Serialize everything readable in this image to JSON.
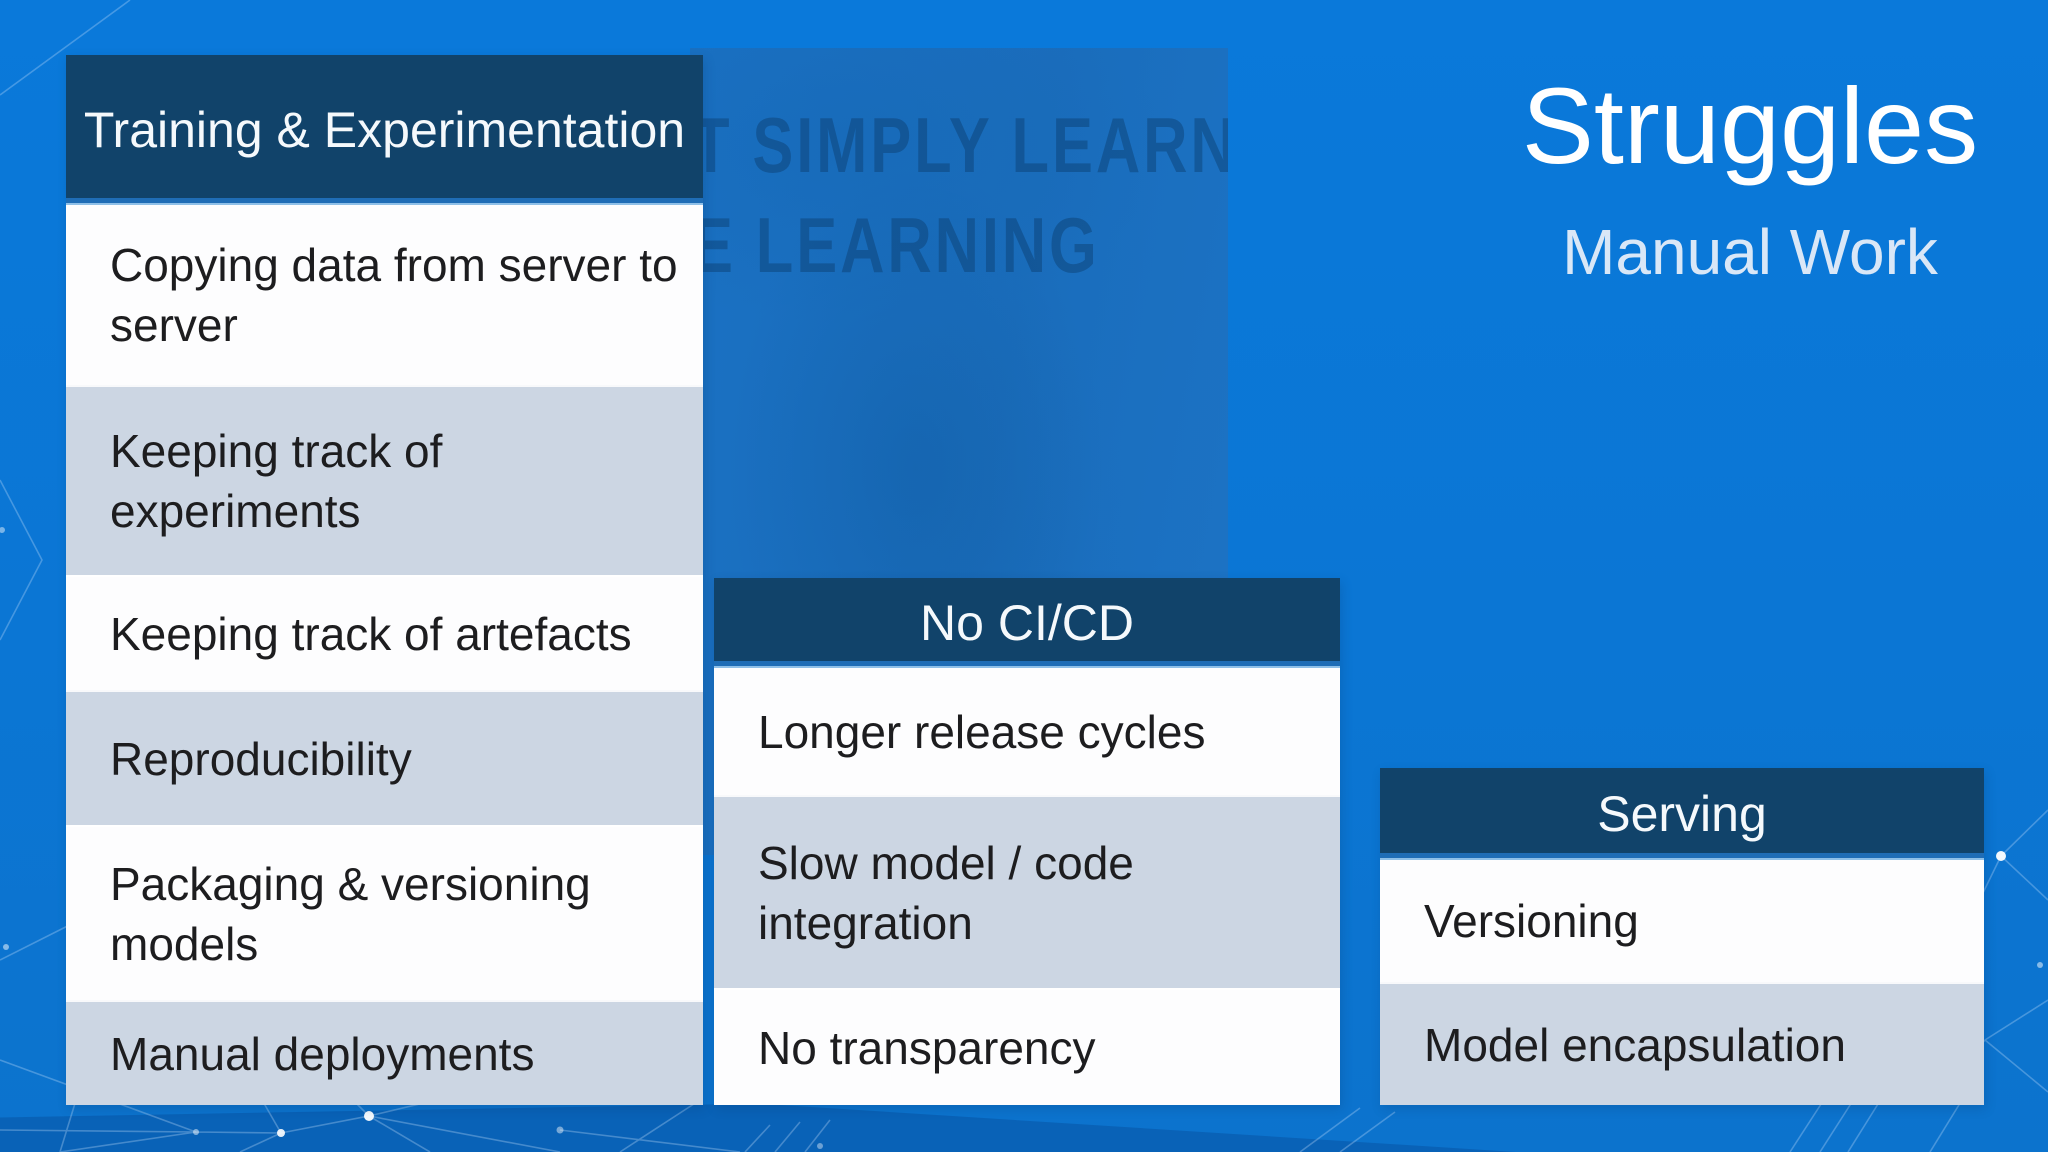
{
  "slide": {
    "title": "Struggles",
    "subtitle": "Manual Work",
    "background_meme": {
      "line1": "T SIMPLY LEARN",
      "line2": "E LEARNING"
    },
    "tables": [
      {
        "header": "Training & Experimentation",
        "rows": [
          "Copying data from server to server",
          "Keeping track of experiments",
          "Keeping track of artefacts",
          "Reproducibility",
          "Packaging & versioning models",
          "Manual deployments"
        ]
      },
      {
        "header": "No CI/CD",
        "rows": [
          "Longer release cycles",
          "Slow model / code integration",
          "No transparency"
        ]
      },
      {
        "header": "Serving",
        "rows": [
          "Versioning",
          "Model encapsulation"
        ]
      }
    ],
    "colors": {
      "background": "#0a79da",
      "table_header": "#11436a",
      "header_text": "#f5f9fc",
      "row_light": "#fdfdfe",
      "row_shaded": "#ccd6e3",
      "row_text": "#1d1d1f",
      "accent_line": "#1f6db6",
      "accent_line_light": "#8fc0e8",
      "title": "#ffffff",
      "subtitle": "#d9e7f7",
      "meme_text": "#0a3a69",
      "constellation": "#cfe6ff"
    }
  }
}
